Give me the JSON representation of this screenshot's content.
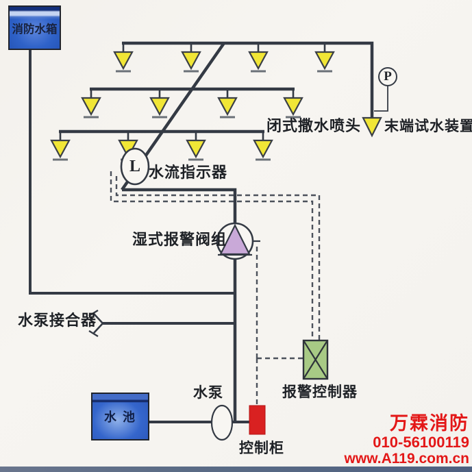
{
  "diagram": {
    "labels": {
      "tank": "消防水箱",
      "pool": "水 池",
      "sprinkler_type": "闭式撒水喷头",
      "end_test_device": "末端试水装置",
      "flow_indicator": "水流指示器",
      "wet_alarm_valve": "湿式报警阀组",
      "pump_coupler": "水泵接合器",
      "pump": "水泵",
      "control_cabinet": "控制柜",
      "alarm_controller": "报警控制器"
    },
    "symbols": {
      "pressure_gauge_letter": "P",
      "flow_indicator_letter": "L"
    },
    "colors": {
      "pipe": "#343a44",
      "signal_dashed": "#4b515b",
      "sprinkler_yellow": "#f1e636",
      "valve_purple": "#c9a9d8",
      "controller_green": "#a8ca85",
      "cabinet_red": "#d92121",
      "tank_blue": "#2f62c8",
      "brand_red": "#e31717",
      "background": "#f5f3ef"
    }
  },
  "watermark": {
    "brand": "万霖消防",
    "phone": "010-56100119",
    "website": "www.A119.com.cn"
  }
}
